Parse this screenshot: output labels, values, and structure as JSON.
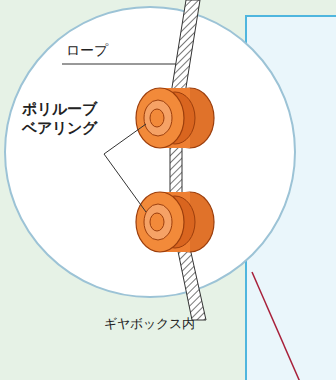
{
  "diagram": {
    "labels": [
      "ロープ",
      "ポリルーブ ベアリング",
      "ギヤボックス内"
    ]
  }
}
